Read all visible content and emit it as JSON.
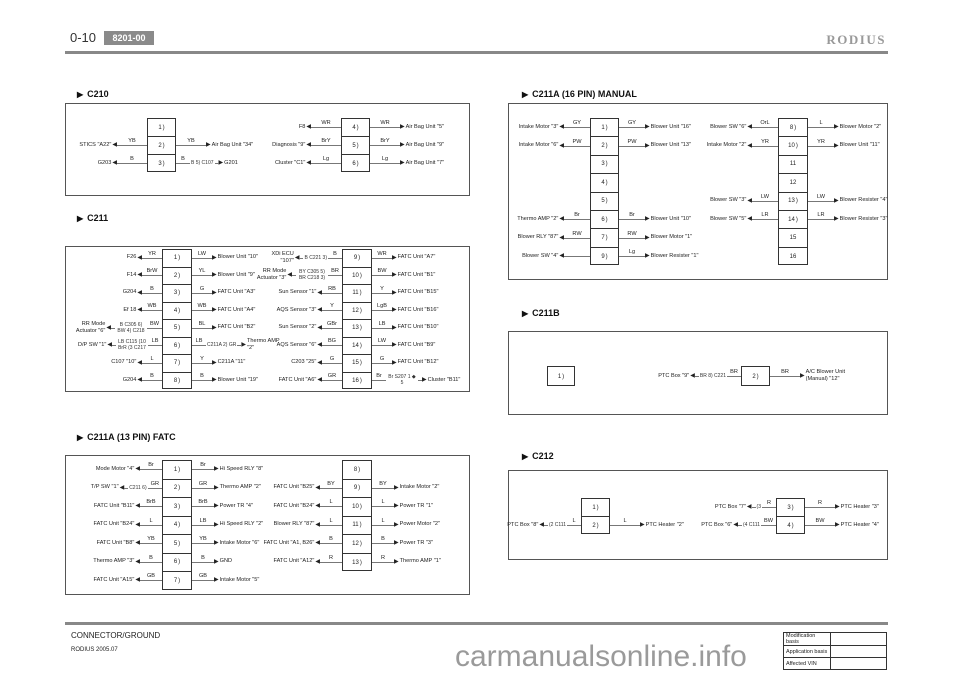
{
  "header": {
    "page_number": "0-10",
    "section_code": "8201-00",
    "brand": "RODIUS"
  },
  "footer": {
    "title": "CONNECTOR/GROUND",
    "edition": "RODIUS 2005.07",
    "table": [
      "Modification basis",
      "Application basis",
      "Affected VIN"
    ],
    "watermark": "carmanualsonline.info"
  },
  "panels": [
    {
      "title": "C210",
      "connectors": [
        {
          "pins": [
            {
              "pin": "1"
            },
            {
              "pin": "2",
              "left": {
                "label": "STICS \"A22\"",
                "wire": "YB"
              },
              "right": {
                "label": "Air Bag Unit \"34\"",
                "wire": "YB"
              }
            },
            {
              "pin": "3",
              "left": {
                "label": "G203",
                "wire": "B"
              },
              "right": {
                "label": "G201",
                "wire": "B",
                "via": "B 5) C107"
              }
            }
          ]
        },
        {
          "pins": [
            {
              "pin": "4",
              "left": {
                "label": "F8",
                "wire": "WR"
              },
              "right": {
                "label": "Air Bag Unit \"5\"",
                "wire": "WR"
              }
            },
            {
              "pin": "5",
              "left": {
                "label": "Diagnosis \"9\"",
                "wire": "BrY"
              },
              "right": {
                "label": "Air Bag Unit \"9\"",
                "wire": "BrY"
              }
            },
            {
              "pin": "6",
              "left": {
                "label": "Cluster \"C1\"",
                "wire": "Lg"
              },
              "right": {
                "label": "Air Bag Unit \"7\"",
                "wire": "Lg"
              }
            }
          ]
        }
      ]
    },
    {
      "title": "C211",
      "connectors": [
        {
          "pins": [
            {
              "pin": "1",
              "left": {
                "label": "F26",
                "wire": "YR"
              },
              "right": {
                "label": "Blower Unit \"10\"",
                "wire": "LW"
              }
            },
            {
              "pin": "2",
              "left": {
                "label": "F14",
                "wire": "BrW"
              },
              "right": {
                "label": "Blower Unit \"9\"",
                "wire": "YL"
              }
            },
            {
              "pin": "3",
              "left": {
                "label": "G204",
                "wire": "B"
              },
              "right": {
                "label": "FATC Unit \"A3\"",
                "wire": "G"
              }
            },
            {
              "pin": "4",
              "left": {
                "label": "Ef 18",
                "wire": "WB"
              },
              "right": {
                "label": "FATC Unit \"A4\"",
                "wire": "WB"
              }
            },
            {
              "pin": "5",
              "left": {
                "label": "RR Mode Actuator \"6\"",
                "wire": "BW",
                "via": "B C305 6) BW 4) C218"
              },
              "right": {
                "label": "FATC Unit \"B2\"",
                "wire": "BL"
              }
            },
            {
              "pin": "6",
              "left": {
                "label": "D/P SW \"1\"",
                "wire": "LB",
                "via": "LB C115 (10 BrR (3 C217"
              },
              "right": {
                "label": "Thermo AMP \"2\"",
                "wire": "LB",
                "via": "C211A 2) GR"
              }
            },
            {
              "pin": "7",
              "left": {
                "label": "C107 \"10\"",
                "wire": "L"
              },
              "right": {
                "label": "C211A \"11\"",
                "wire": "Y"
              }
            },
            {
              "pin": "8",
              "left": {
                "label": "G204",
                "wire": "B"
              },
              "right": {
                "label": "Blower Unit \"19\"",
                "wire": "B"
              }
            }
          ]
        },
        {
          "pins": [
            {
              "pin": "9",
              "left": {
                "label": "XDi ECU \"107\"",
                "wire": "B",
                "via": "B C221 3)"
              },
              "right": {
                "label": "FATC Unit \"A7\"",
                "wire": "WR"
              }
            },
            {
              "pin": "10",
              "left": {
                "label": "RR Mode Actuator \"3\"",
                "wire": "BR",
                "via": "BY C305 5) BR C218 3)"
              },
              "right": {
                "label": "FATC Unit \"B1\"",
                "wire": "BW"
              }
            },
            {
              "pin": "11",
              "left": {
                "label": "Sun Sensor \"1\"",
                "wire": "RB"
              },
              "right": {
                "label": "FATC Unit \"B15\"",
                "wire": "Y"
              }
            },
            {
              "pin": "12",
              "left": {
                "label": "AQS Sensor \"3\"",
                "wire": "Y"
              },
              "right": {
                "label": "FATC Unit \"B16\"",
                "wire": "LgB"
              }
            },
            {
              "pin": "13",
              "left": {
                "label": "Sun Sensor \"2\"",
                "wire": "GBr"
              },
              "right": {
                "label": "FATC Unit \"B10\"",
                "wire": "LB"
              }
            },
            {
              "pin": "14",
              "left": {
                "label": "AQS Sensor \"6\"",
                "wire": "BG"
              },
              "right": {
                "label": "FATC Unit \"B9\"",
                "wire": "LW"
              }
            },
            {
              "pin": "15",
              "left": {
                "label": "C203 \"25\"",
                "wire": "G"
              },
              "right": {
                "label": "FATC Unit \"B12\"",
                "wire": "G"
              }
            },
            {
              "pin": "16",
              "left": {
                "label": "FATC Unit \"A6\"",
                "wire": "GR"
              },
              "right": {
                "label": "Cluster \"B11\"",
                "wire": "Br",
                "via": "Br S207 1 ◆ 5"
              }
            }
          ]
        }
      ]
    },
    {
      "title": "C211A (13 PIN) FATC",
      "connectors": [
        {
          "pins": [
            {
              "pin": "1",
              "left": {
                "label": "Mode Motor \"4\"",
                "wire": "Br"
              },
              "right": {
                "label": "Hi Speed RLY \"8\"",
                "wire": "Br"
              }
            },
            {
              "pin": "2",
              "left": {
                "label": "T/P SW \"1\"",
                "wire": "GR",
                "via": "C211 6)"
              },
              "right": {
                "label": "Thermo AMP \"2\"",
                "wire": "GR"
              }
            },
            {
              "pin": "3",
              "left": {
                "label": "FATC Unit \"B11\"",
                "wire": "BrB"
              },
              "right": {
                "label": "Power TR \"4\"",
                "wire": "BrB"
              }
            },
            {
              "pin": "4",
              "left": {
                "label": "FATC Unit \"B24\"",
                "wire": "L"
              },
              "right": {
                "label": "Hi Speed RLY \"2\"",
                "wire": "LB"
              }
            },
            {
              "pin": "5",
              "left": {
                "label": "FATC Unit \"B8\"",
                "wire": "YB"
              },
              "right": {
                "label": "Intake Motor \"6\"",
                "wire": "YB"
              }
            },
            {
              "pin": "6",
              "left": {
                "label": "Thermo AMP \"3\"",
                "wire": "B"
              },
              "right": {
                "label": "GND",
                "wire": "B"
              }
            },
            {
              "pin": "7",
              "left": {
                "label": "FATC Unit \"A15\"",
                "wire": "GB"
              },
              "right": {
                "label": "Intake Motor \"5\"",
                "wire": "GB"
              }
            }
          ]
        },
        {
          "pins": [
            {
              "pin": "8"
            },
            {
              "pin": "9",
              "left": {
                "label": "FATC Unit \"B25\"",
                "wire": "BY"
              },
              "right": {
                "label": "Intake Motor \"2\"",
                "wire": "BY"
              }
            },
            {
              "pin": "10",
              "left": {
                "label": "FATC Unit \"B24\"",
                "wire": "L"
              },
              "right": {
                "label": "Power TR \"1\"",
                "wire": "L"
              }
            },
            {
              "pin": "11",
              "left": {
                "label": "Blower RLY \"87\"",
                "wire": "L"
              },
              "right": {
                "label": "Power Motor \"2\"",
                "wire": "L"
              }
            },
            {
              "pin": "12",
              "left": {
                "label": "FATC Unit \"A1, B26\"",
                "wire": "B"
              },
              "right": {
                "label": "Power TR \"3\"",
                "wire": "B"
              }
            },
            {
              "pin": "13",
              "left": {
                "label": "FATC Unit \"A12\"",
                "wire": "R"
              },
              "right": {
                "label": "Thermo AMP \"1\"",
                "wire": "R"
              }
            }
          ]
        }
      ]
    },
    {
      "title": "C211A (16 PIN) MANUAL",
      "connectors": [
        {
          "pins": [
            {
              "pin": "1",
              "left": {
                "label": "Intake Motor \"3\"",
                "wire": "GY"
              },
              "right": {
                "label": "Blower Unit \"16\"",
                "wire": "GY"
              }
            },
            {
              "pin": "2",
              "left": {
                "label": "Intake Motor \"6\"",
                "wire": "PW"
              },
              "right": {
                "label": "Blower Unit \"13\"",
                "wire": "PW"
              }
            },
            {
              "pin": "3"
            },
            {
              "pin": "4"
            },
            {
              "pin": "5"
            },
            {
              "pin": "6",
              "left": {
                "label": "Thermo AMP \"2\"",
                "wire": "Br"
              },
              "right": {
                "label": "Blower Unit \"10\"",
                "wire": "Br"
              }
            },
            {
              "pin": "7",
              "left": {
                "label": "Blower RLY \"87\"",
                "wire": "RW"
              },
              "right": {
                "label": "Blower Motor \"1\"",
                "wire": "RW"
              }
            },
            {
              "pin": "9",
              "left": {
                "label": "Blower SW \"4\"",
                "wire": ""
              },
              "right": {
                "label": "Blower Resister \"1\"",
                "wire": "Lg"
              }
            }
          ]
        },
        {
          "pins": [
            {
              "pin": "8",
              "left": {
                "label": "Blower SW \"6\"",
                "wire": "OrL"
              },
              "right": {
                "label": "Blower Motor \"2\"",
                "wire": "L"
              }
            },
            {
              "pin": "10",
              "left": {
                "label": "Intake Motor \"2\"",
                "wire": "YR"
              },
              "right": {
                "label": "Blower Unit \"11\"",
                "wire": "YR"
              }
            },
            {
              "pin": "11"
            },
            {
              "pin": "12"
            },
            {
              "pin": "13",
              "left": {
                "label": "Blower SW \"3\"",
                "wire": "LW"
              },
              "right": {
                "label": "Blower Resister \"4\"",
                "wire": "LW"
              }
            },
            {
              "pin": "14",
              "left": {
                "label": "Blower SW \"5\"",
                "wire": "LR"
              },
              "right": {
                "label": "Blower Resister \"3\"",
                "wire": "LR"
              }
            },
            {
              "pin": "15"
            },
            {
              "pin": "16"
            }
          ]
        }
      ]
    },
    {
      "title": "C211B",
      "connectors": [
        {
          "pins": [
            {
              "pin": "1"
            }
          ]
        },
        {
          "pins": [
            {
              "pin": "2",
              "left": {
                "label": "PTC Box \"9\"",
                "wire": "BR",
                "via": "BR 8) C221"
              },
              "right": {
                "label": "A/C Blower Unit (Manual) \"12\"",
                "wire": "BR"
              }
            }
          ]
        }
      ]
    },
    {
      "title": "C212",
      "connectors": [
        {
          "pins": [
            {
              "pin": "1"
            },
            {
              "pin": "2",
              "left": {
                "label": "PTC Box \"8\"",
                "wire": "L",
                "via": "(2 C111"
              },
              "right": {
                "label": "PTC Heater \"2\"",
                "wire": "L"
              }
            }
          ]
        },
        {
          "pins": [
            {
              "pin": "3",
              "left": {
                "label": "PTC Box \"7\"",
                "wire": "R",
                "via": "(3"
              },
              "right": {
                "label": "PTC Heater \"3\"",
                "wire": "R"
              }
            },
            {
              "pin": "4",
              "left": {
                "label": "PTC Box \"6\"",
                "wire": "BW",
                "via": "(4 C111"
              },
              "right": {
                "label": "PTC Heater \"4\"",
                "wire": "BW"
              }
            }
          ]
        }
      ]
    }
  ]
}
